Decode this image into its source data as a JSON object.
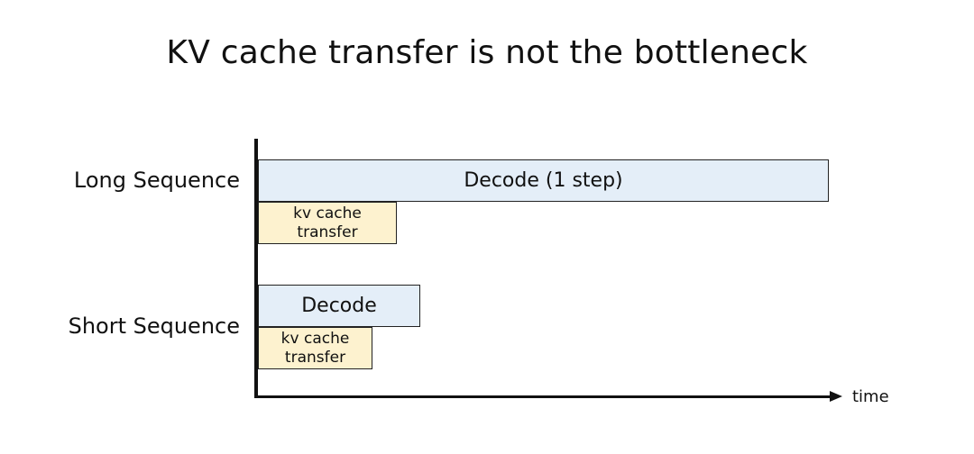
{
  "title": "KV cache transfer is not the bottleneck",
  "rows": {
    "long": {
      "label": "Long Sequence",
      "decode_label": "Decode (1 step)",
      "transfer_label": "kv cache transfer"
    },
    "short": {
      "label": "Short Sequence",
      "decode_label": "Decode",
      "transfer_label": "kv cache transfer"
    }
  },
  "axis": {
    "x_label": "time"
  },
  "colors": {
    "decode_fill": "#e4eef8",
    "transfer_fill": "#fdf2cf",
    "axis": "#111111"
  }
}
